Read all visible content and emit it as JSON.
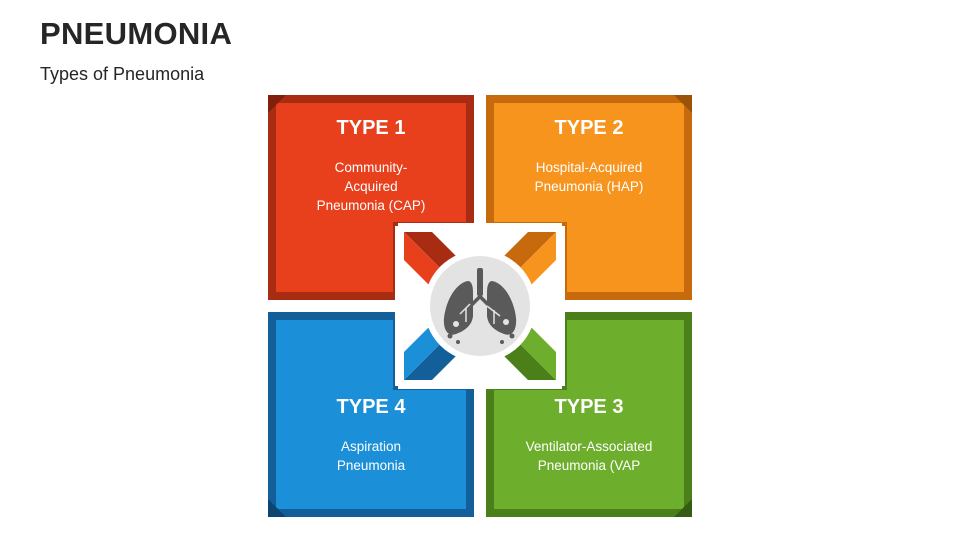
{
  "header": {
    "title": "PNEUMONIA",
    "subtitle": "Types of Pneumonia"
  },
  "cards": [
    {
      "heading": "TYPE 1",
      "description": "Community-\nAcquired\nPneumonia (CAP)",
      "color": "#E8401C",
      "dark": "#A82C12"
    },
    {
      "heading": "TYPE 2",
      "description": "Hospital-Acquired\nPneumonia (HAP)",
      "color": "#F7941D",
      "dark": "#C76A0E"
    },
    {
      "heading": "TYPE 3",
      "description": "Ventilator-Associated\nPneumonia (VAP",
      "color": "#6DAF2C",
      "dark": "#4A7F1A"
    },
    {
      "heading": "TYPE 4",
      "description": "Aspiration\nPneumonia",
      "color": "#1B8FD8",
      "dark": "#135F99"
    }
  ],
  "center": {
    "icon": "lungs-icon",
    "circle_color": "#E3E3E3",
    "icon_color": "#5A5A5A"
  }
}
